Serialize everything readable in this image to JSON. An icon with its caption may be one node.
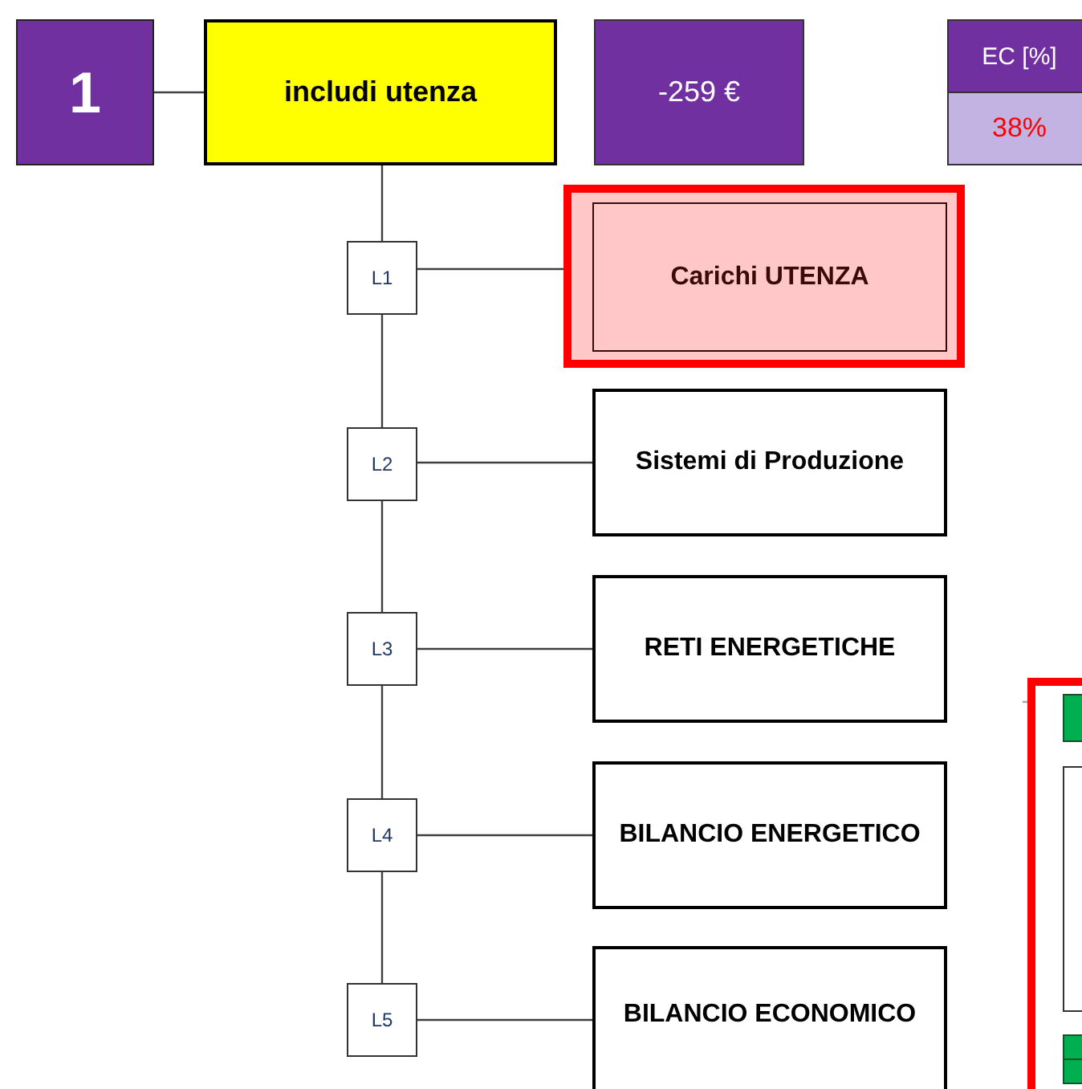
{
  "diagram": {
    "nodes": [
      {
        "text": [
          "1"
        ]
      },
      {
        "text": [
          "includi utenza"
        ]
      },
      {
        "text": [
          "-259 €"
        ]
      },
      {
        "text": [
          "EC [%]",
          "38%"
        ]
      },
      {
        "text": [
          "L1"
        ]
      },
      {
        "text": [],
        "shape": "box"
      },
      {
        "text": [
          "Carichi UTENZA"
        ],
        "in": 5
      },
      {
        "text": [
          "L2"
        ]
      },
      {
        "text": [
          "Sistemi di Produzione"
        ]
      },
      {
        "text": [
          "L3"
        ]
      },
      {
        "text": [
          "RETI ENERGETICHE"
        ]
      },
      {
        "text": [
          "L4"
        ]
      },
      {
        "text": [
          "BILANCIO ENERGETICO"
        ]
      },
      {
        "text": [
          "L5"
        ]
      },
      {
        "text": [
          "BILANCIO ECONOMICO"
        ]
      },
      {
        "text": [],
        "shape": "box"
      },
      {
        "text": [],
        "shape": "box",
        "in": 15
      },
      {
        "text": [],
        "shape": "box",
        "in": 15
      },
      {
        "text": [],
        "shape": "box",
        "in": 15
      },
      {
        "text": [],
        "shape": "box",
        "in": 15
      }
    ],
    "edges": [
      {
        "from": 0,
        "to": 1,
        "arrow": "none"
      },
      {
        "from": 1,
        "to": 4,
        "arrow": "none"
      },
      {
        "from": 4,
        "to": 7,
        "arrow": "none"
      },
      {
        "from": 7,
        "to": 9,
        "arrow": "none"
      },
      {
        "from": 9,
        "to": 11,
        "arrow": "none"
      },
      {
        "from": 11,
        "to": 13,
        "arrow": "none"
      },
      {
        "from": 4,
        "to": 6,
        "arrow": "none"
      },
      {
        "from": 7,
        "to": 8,
        "arrow": "none"
      },
      {
        "from": 9,
        "to": 10,
        "arrow": "none"
      },
      {
        "from": 11,
        "to": 12,
        "arrow": "none"
      },
      {
        "from": 13,
        "to": 14,
        "arrow": "none"
      },
      {
        "from": null,
        "to": 16,
        "arrow": "none",
        "color": "#a6a6a6"
      }
    ]
  }
}
